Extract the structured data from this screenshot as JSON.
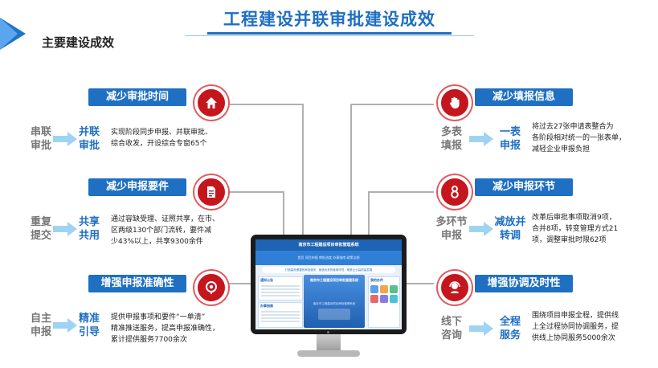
{
  "title": "工程建设并联审批建设成效",
  "subtitle": "主要建设成效",
  "colors": {
    "accent": "#1f6fc2",
    "icon_bg": "#c5161d",
    "muted": "#777777"
  },
  "items": [
    {
      "tag": "减少审批时间",
      "icon": "home-icon",
      "before": "串联\n审批",
      "after": "并联\n审批",
      "desc": "实现阶段同步申报、并联审批、\n综合收发，开设综合专窗65个"
    },
    {
      "tag": "减少申报要件",
      "icon": "document-icon",
      "before": "重复\n提交",
      "after": "共享\n共用",
      "desc": "通过容缺受理、证照共享，在市、\n区两级130个部门流转，要件减\n少43%以上，共享9300余件"
    },
    {
      "tag": "增强申报准确性",
      "icon": "target-icon",
      "before": "自主\n申报",
      "after": "精准\n引导",
      "desc": "提供申报事项和要件“一单清”\n精准推送服务，提高申报准确性，\n累计提供服务7700余次"
    },
    {
      "tag": "减少填报信息",
      "icon": "hand-icon",
      "before": "多表\n填报",
      "after": "一表\n申报",
      "desc": "将过去27张申请表整合为\n各阶段相对统一的一张表单，\n减轻企业申报负担"
    },
    {
      "tag": "减少申报环节",
      "icon": "person-icon",
      "before": "多环节\n申报",
      "after": "减放并\n转调",
      "desc": "改革后审批事项取消9项，\n合并8项，转变管理方式21\n项，调整审批时限62项"
    },
    {
      "tag": "增强协调及时性",
      "icon": "support-icon",
      "before": "线下\n咨询",
      "after": "全程\n服务",
      "desc": "围绕项目申报全程，提供线\n上全过程协同协调服务，提\n供线上协同服务5000余次"
    }
  ],
  "screen": {
    "header": "南京市工程建设项目审批管理系统",
    "nav": "首页  项目申报  审批进度  办事指南  政策法规",
    "banner": "打造高效便捷的审批服务，营造优良的营商环境，助推企业高质量发展",
    "popup": "南京市工程建设项目审批管理系统",
    "popup_sub": "南京市工程建设项目审批管理系统",
    "panel_a": "通知公告",
    "panel_b": "办事指南",
    "panel_c": "我的办件"
  }
}
